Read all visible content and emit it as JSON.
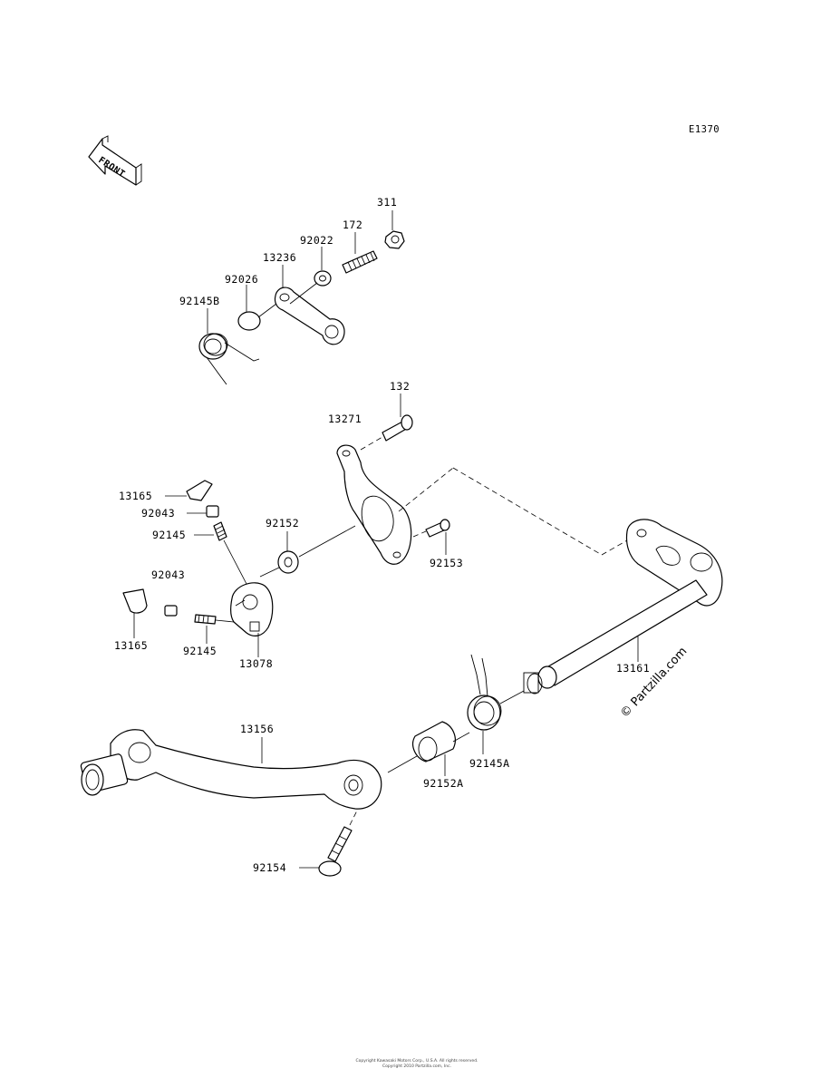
{
  "diagram_code": "E1370",
  "front_label": "FRONT",
  "watermark": "© Partzilla.com",
  "copyright_lines": [
    "Copyright Kawasaki Motors Corp., U.S.A. All rights reserved.",
    "Copyright 2010 Partzilla.com, Inc."
  ],
  "labels": {
    "p311": "311",
    "p172": "172",
    "p92022": "92022",
    "p13236": "13236",
    "p92026": "92026",
    "p92145B": "92145B",
    "p132": "132",
    "p13271": "13271",
    "p13165_top": "13165",
    "p92043_top": "92043",
    "p92145_top": "92145",
    "p92152": "92152",
    "p92153": "92153",
    "p92043_left": "92043",
    "p13165_bottom": "13165",
    "p92145_bottom": "92145",
    "p13078": "13078",
    "p13161": "13161",
    "p13156": "13156",
    "p92145A": "92145A",
    "p92152A": "92152A",
    "p92154": "92154"
  }
}
